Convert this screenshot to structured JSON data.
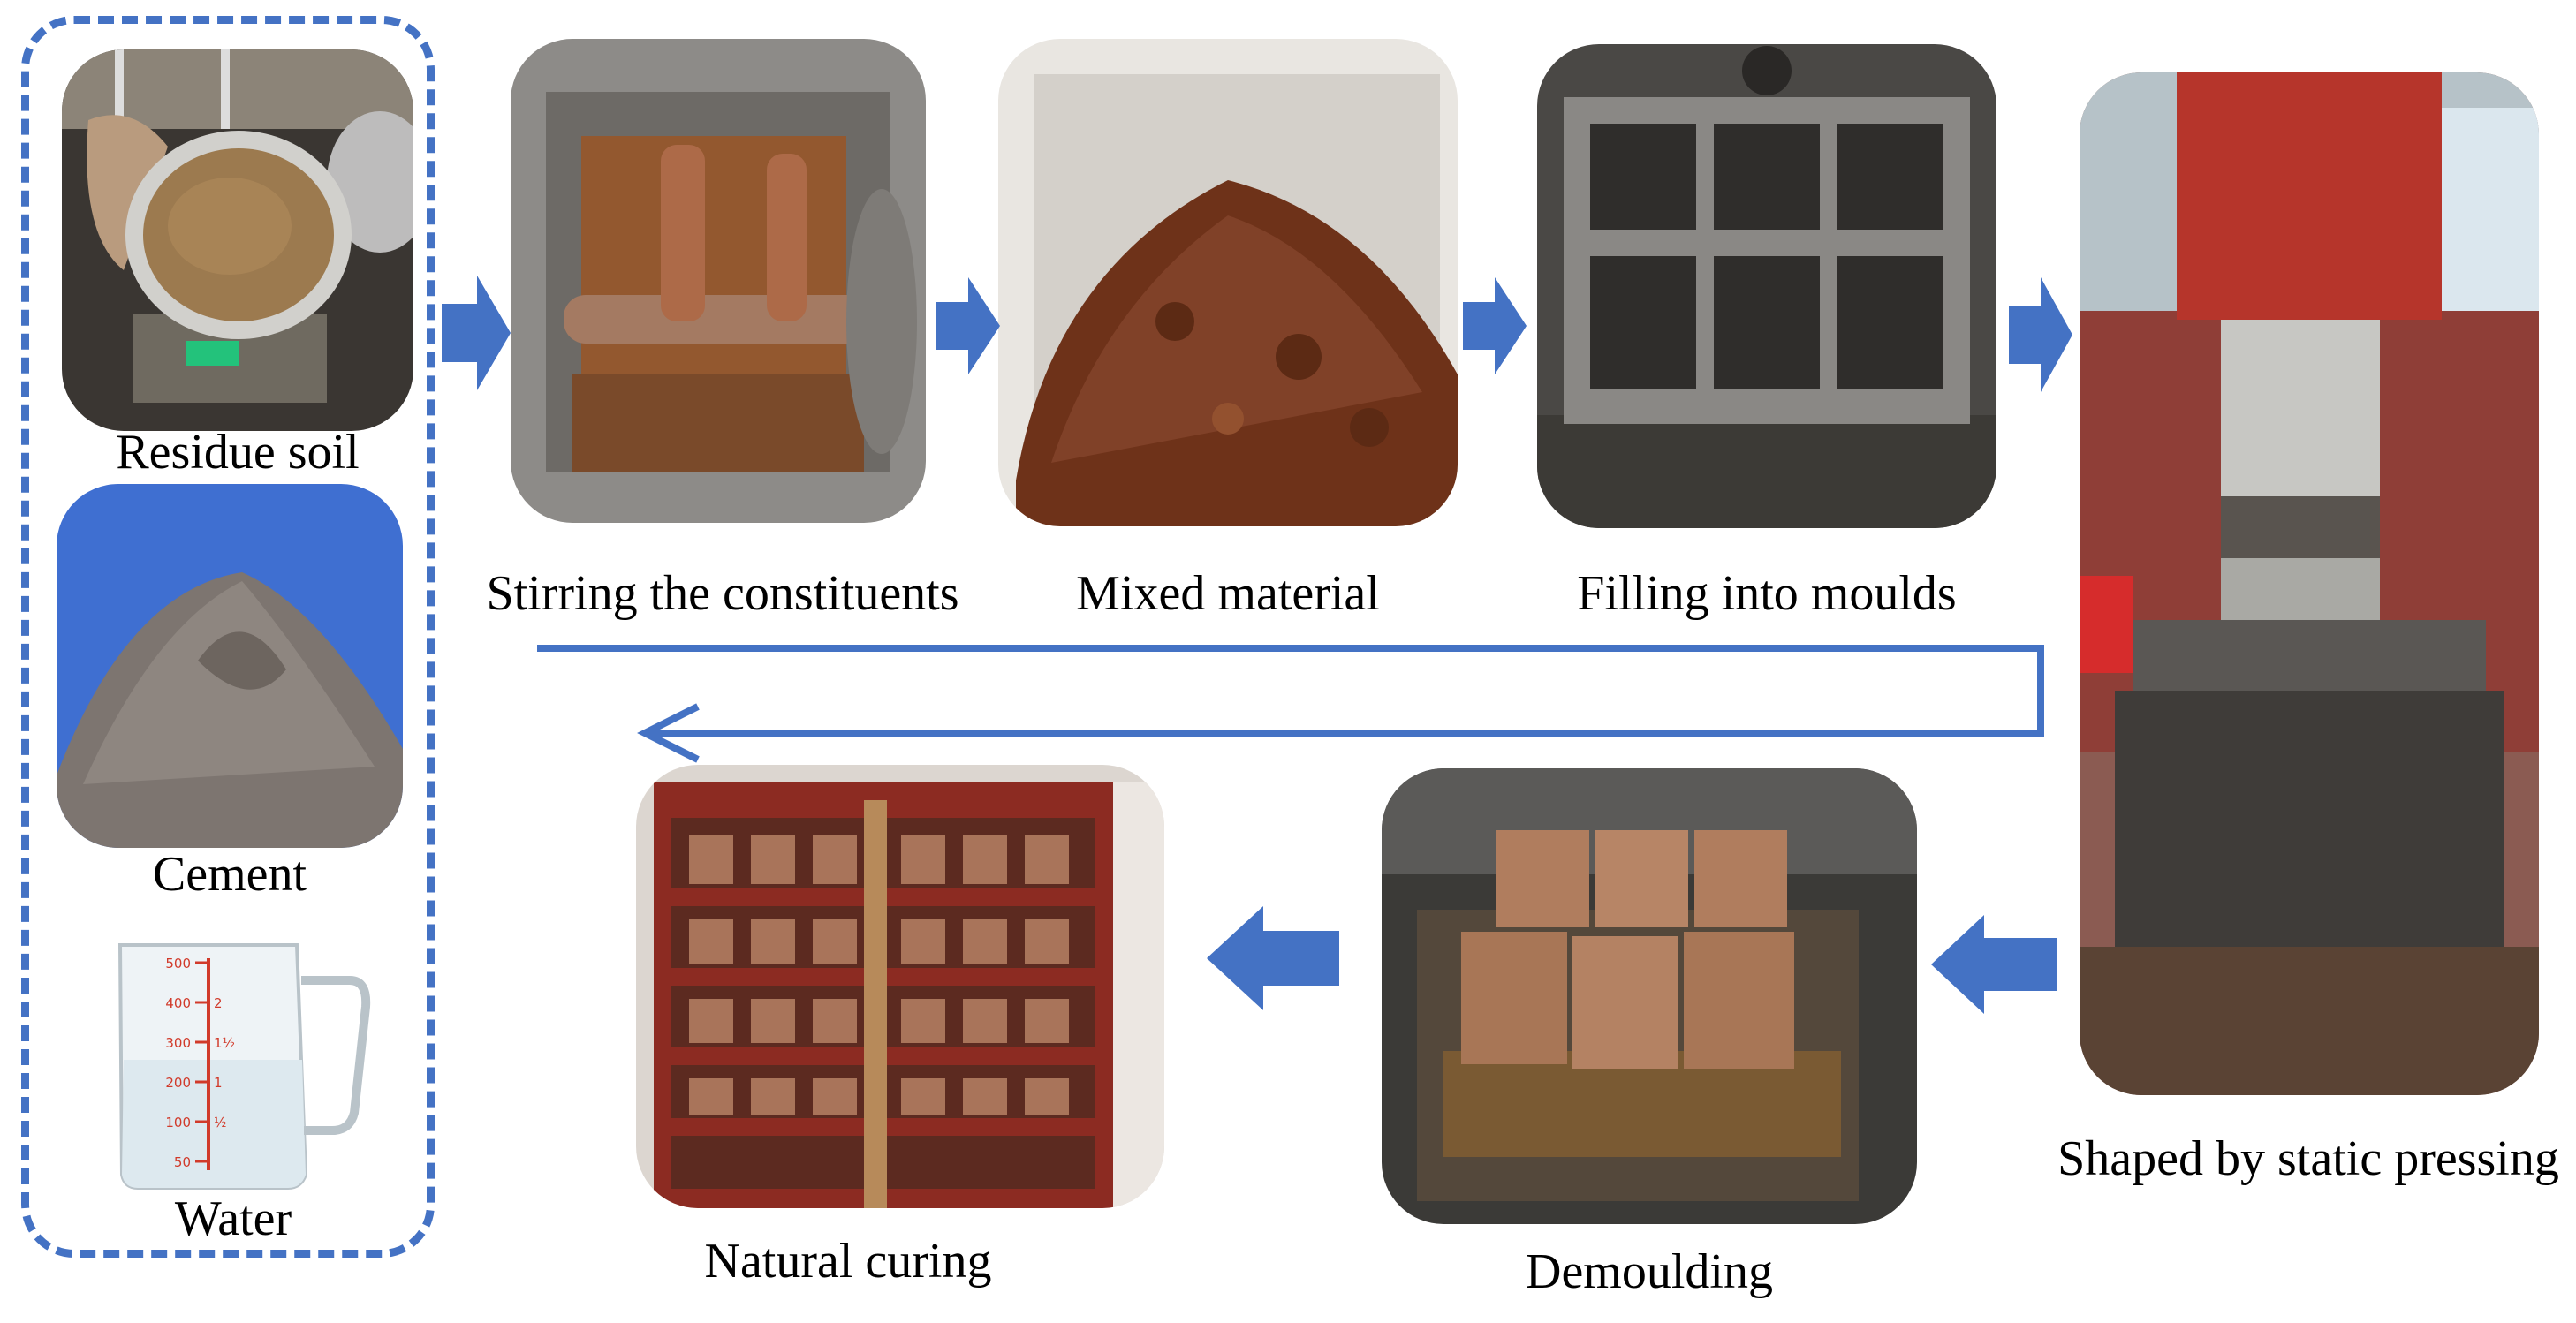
{
  "materials": {
    "residue_soil": "Residue soil",
    "cement": "Cement",
    "water": "Water"
  },
  "beaker_marks": {
    "left": [
      "500",
      "400",
      "300",
      "200",
      "100",
      "50"
    ],
    "right": [
      "2",
      "1½",
      "1",
      "½"
    ]
  },
  "steps": {
    "stirring": "Stirring  the constituents",
    "mixed": "Mixed material",
    "filling": "Filling into moulds",
    "pressing": "Shaped by static pressing",
    "demoulding": "Demoulding",
    "curing": "Natural curing"
  },
  "colors": {
    "accent_blue": "#4472c4",
    "soil_brown": "#7a3f22",
    "brick_tan": "#b07d5e",
    "cement_grey": "#7d7570",
    "photo_blue_bg": "#3f6fd1"
  }
}
